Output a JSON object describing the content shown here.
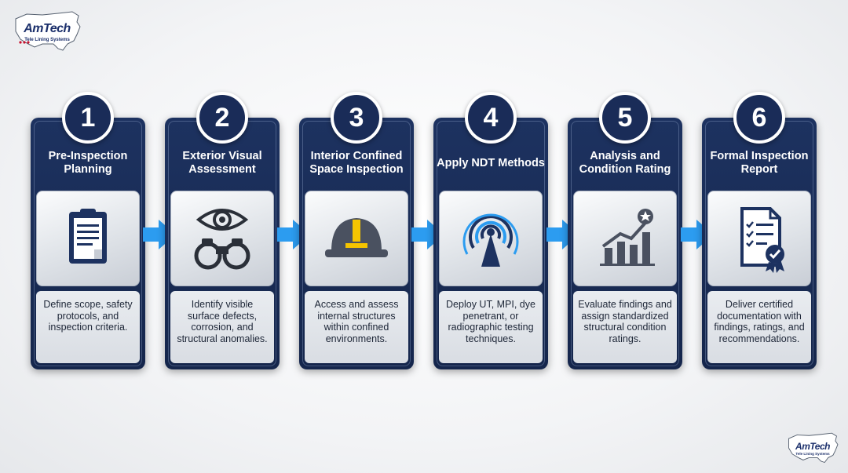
{
  "brand": {
    "name": "AmTech",
    "tagline": "Tele Lining Systems",
    "icon": "usa-map-logo",
    "colors": {
      "navy": "#1b2f6b",
      "panel": "#1d3260",
      "arrow": "#2c9cf0",
      "accent": "#f5c400"
    }
  },
  "steps": [
    {
      "number": "1",
      "title": "Pre-Inspection Planning",
      "description": "Define scope, safety protocols, and inspection criteria.",
      "icon": "clipboard-icon"
    },
    {
      "number": "2",
      "title": "Exterior Visual Assessment",
      "description": "Identify visible surface defects, corrosion, and structural anomalies.",
      "icon": "eye-binoculars-icon"
    },
    {
      "number": "3",
      "title": "Interior Confined Space Inspection",
      "description": "Access and assess internal structures within confined environments.",
      "icon": "hard-hat-icon"
    },
    {
      "number": "4",
      "title": "Apply NDT Methods",
      "description": "Deploy UT, MPI, dye penetrant, or radiographic testing techniques.",
      "icon": "signal-sensor-icon"
    },
    {
      "number": "5",
      "title": "Analysis and Condition Rating",
      "description": "Evaluate findings and assign standardized structural condition ratings.",
      "icon": "bar-chart-star-icon"
    },
    {
      "number": "6",
      "title": "Formal Inspection Report",
      "description": "Deliver certified documentation with findings, ratings, and recommendations.",
      "icon": "certified-report-icon"
    }
  ],
  "arrow_icon": "right-arrow-icon"
}
